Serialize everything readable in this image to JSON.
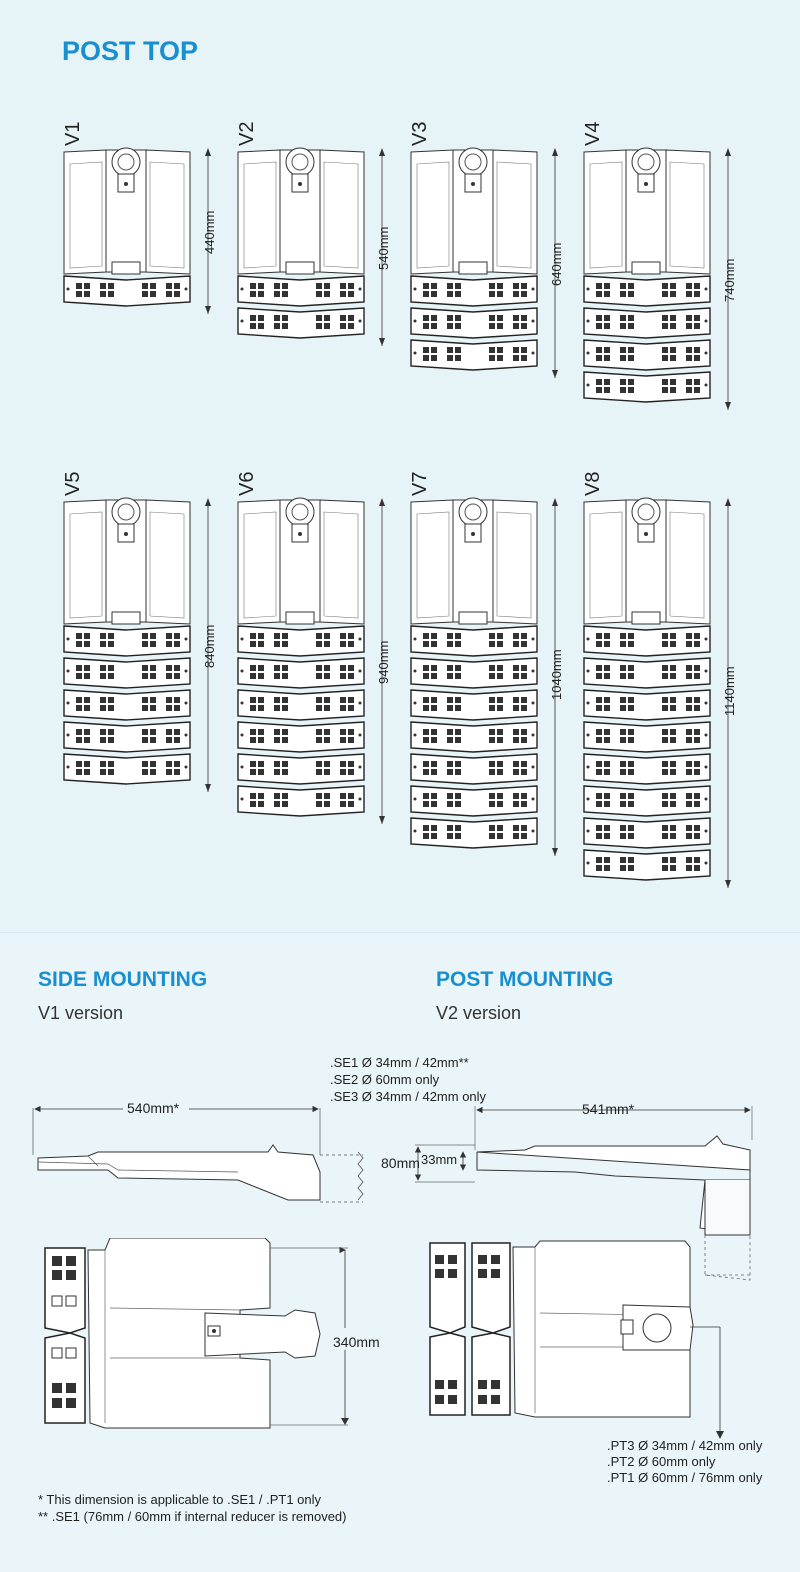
{
  "post_top": {
    "title": "POST TOP",
    "variants": [
      {
        "label": "V1",
        "dim": "440mm",
        "modules": 1
      },
      {
        "label": "V2",
        "dim": "540mm",
        "modules": 2
      },
      {
        "label": "V3",
        "dim": "640mm",
        "modules": 3
      },
      {
        "label": "V4",
        "dim": "740mm",
        "modules": 4
      },
      {
        "label": "V5",
        "dim": "840mm",
        "modules": 5
      },
      {
        "label": "V6",
        "dim": "940mm",
        "modules": 6
      },
      {
        "label": "V7",
        "dim": "1040mm",
        "modules": 7
      },
      {
        "label": "V8",
        "dim": "1140mm",
        "modules": 8
      }
    ]
  },
  "side_mounting": {
    "title": "SIDE MOUNTING",
    "subtitle": "V1 version",
    "length": "540mm*",
    "width": "340mm",
    "spigot_notes": [
      ".SE1 Ø 34mm / 42mm**",
      ".SE2 Ø 60mm only",
      ".SE3 Ø 34mm / 42mm only"
    ]
  },
  "post_mounting": {
    "title": "POST MOUNTING",
    "subtitle": "V2 version",
    "length": "541mm*",
    "height_outer": "80mm",
    "height_inner": "33mm",
    "spigot_notes": [
      ".PT3 Ø 34mm / 42mm only",
      ".PT2 Ø 60mm only",
      ".PT1 Ø 60mm / 76mm only"
    ]
  },
  "footnotes": [
    "* This dimension is applicable to .SE1 / .PT1 only",
    "** .SE1 (76mm / 60mm if internal reducer is removed)"
  ]
}
